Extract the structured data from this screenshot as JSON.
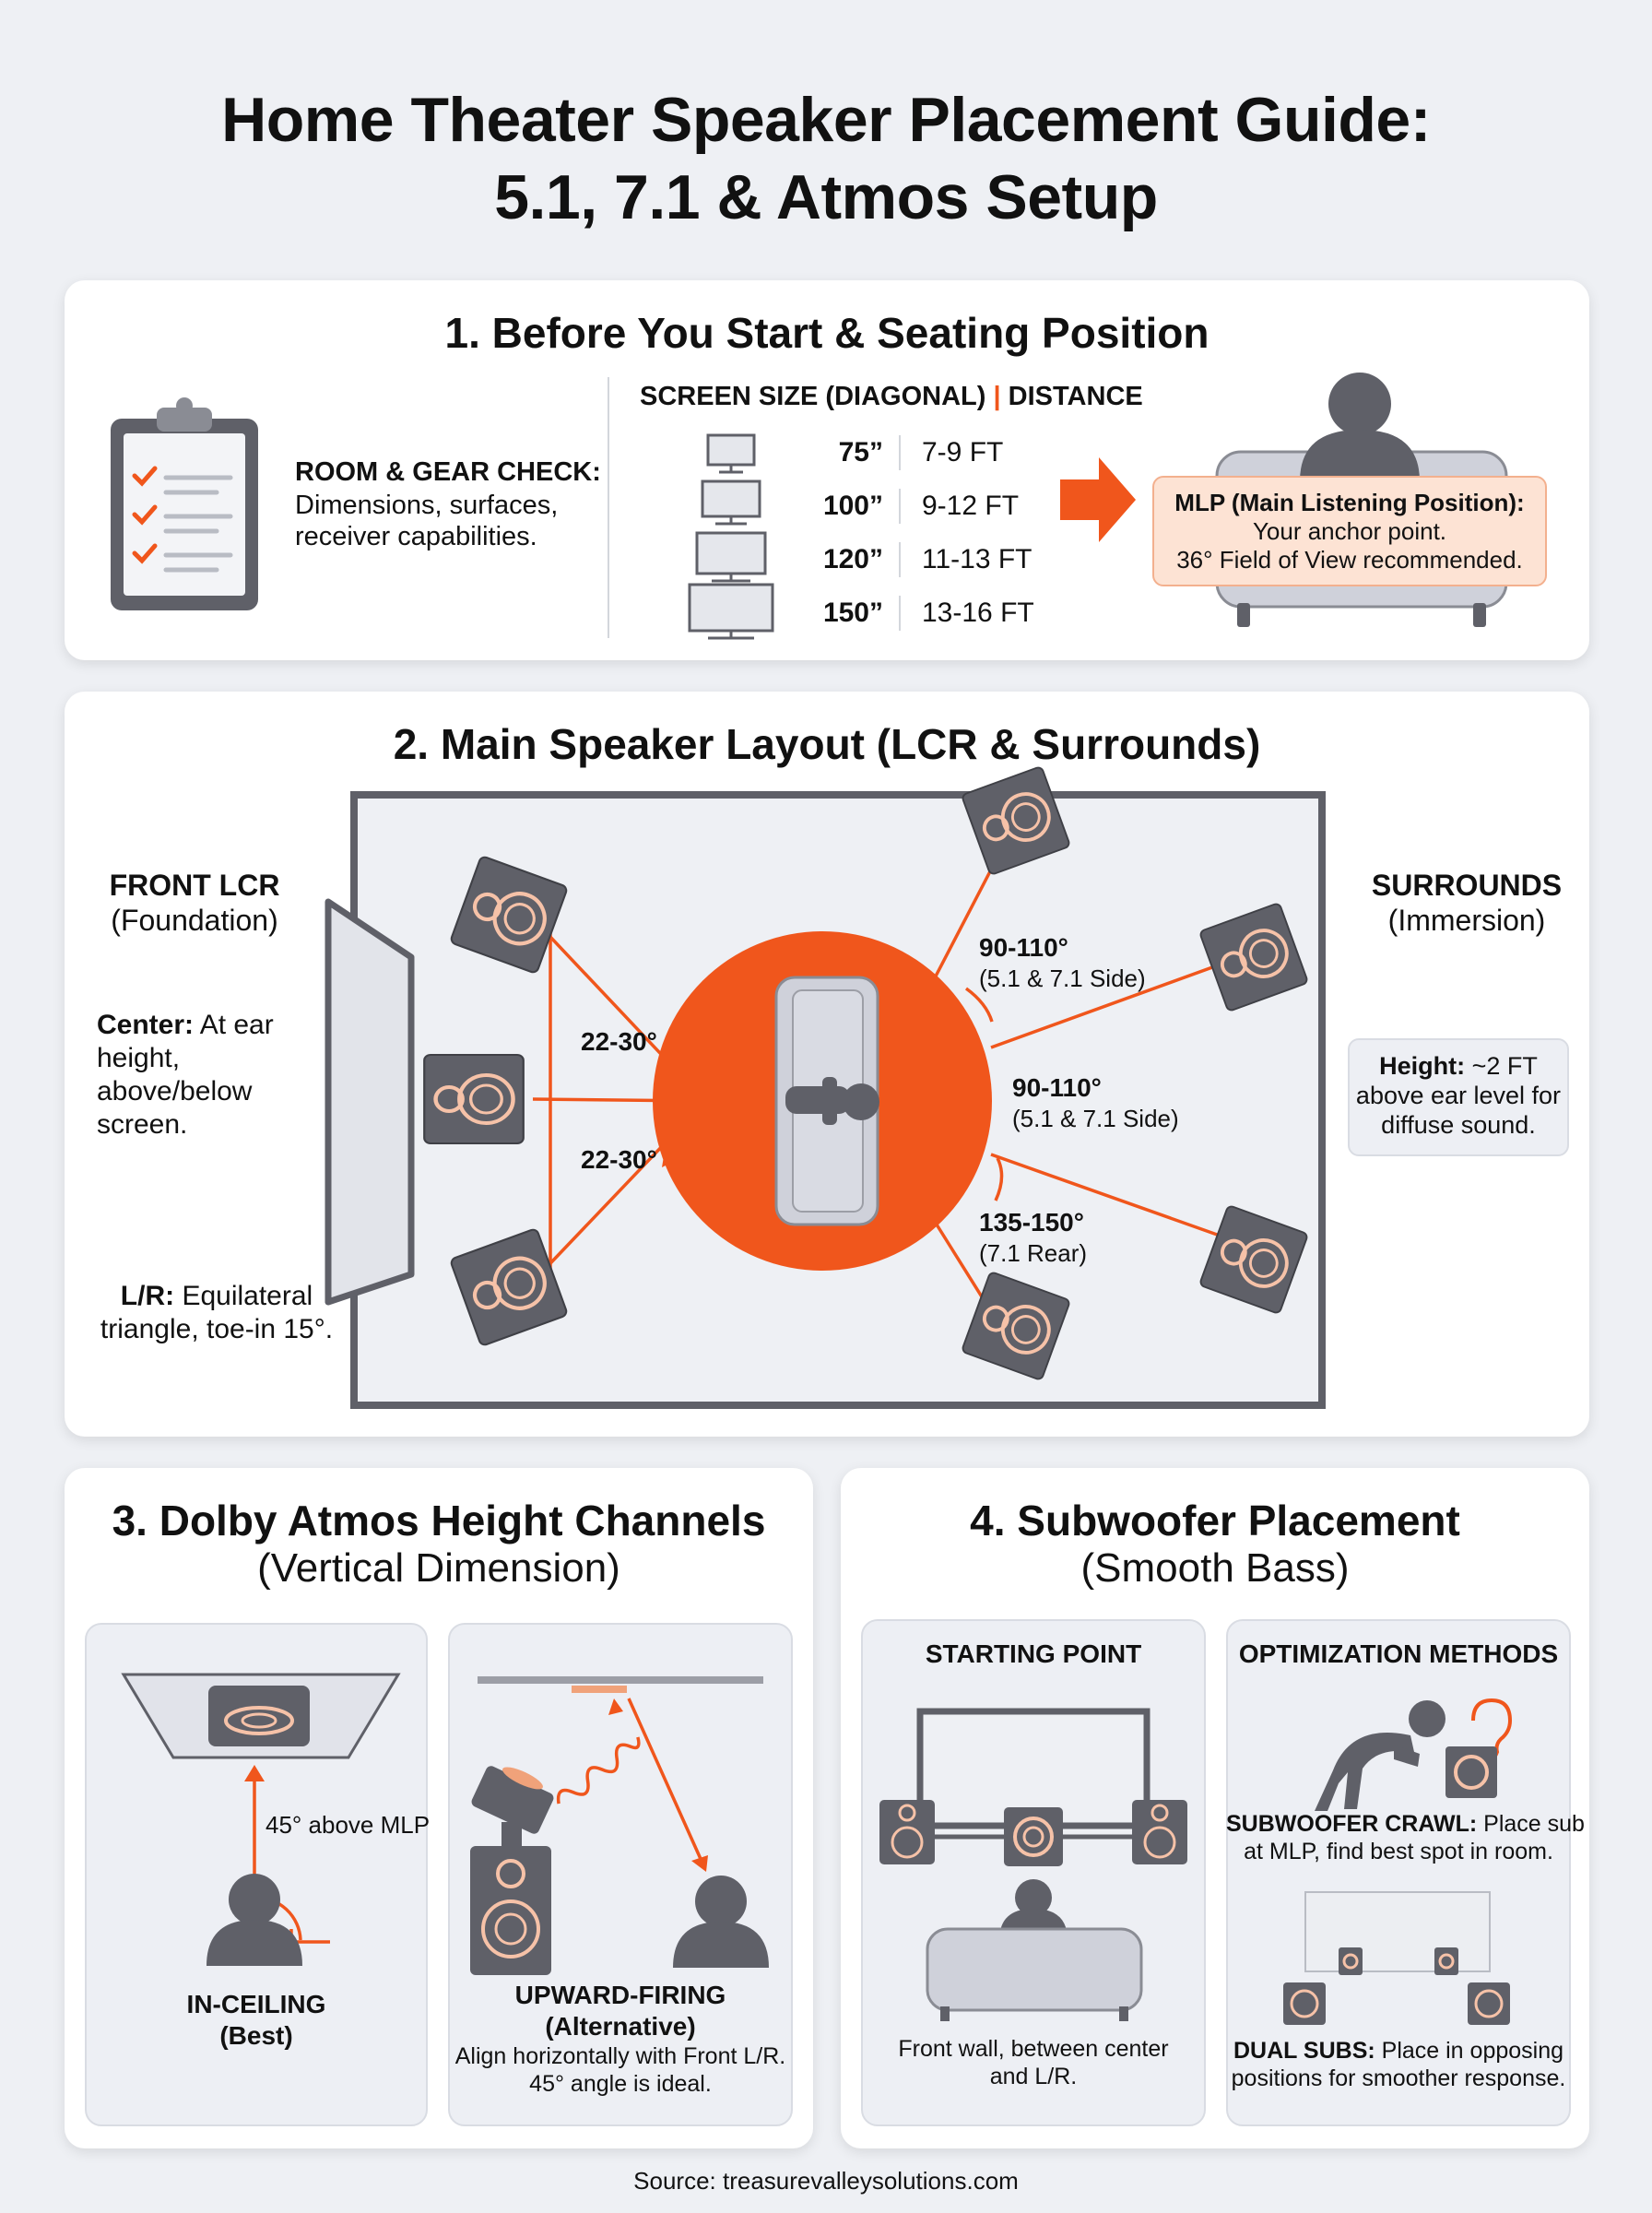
{
  "title": {
    "line1": "Home Theater Speaker Placement Guide:",
    "line2": "5.1, 7.1 & Atmos Setup"
  },
  "section1": {
    "heading": "1. Before You Start & Seating Position",
    "gear_title": "ROOM & GEAR CHECK:",
    "gear_text_1": "Dimensions, surfaces,",
    "gear_text_2": "receiver capabilities.",
    "table_header_a": "SCREEN SIZE (DIAGONAL)",
    "table_header_sep": "|",
    "table_header_b": "DISTANCE",
    "rows": [
      {
        "size": "75”",
        "distance": "7-9 FT"
      },
      {
        "size": "100”",
        "distance": "9-12 FT"
      },
      {
        "size": "120”",
        "distance": "11-13 FT"
      },
      {
        "size": "150”",
        "distance": "13-16 FT"
      }
    ],
    "mlp_title": "MLP (Main Listening Position):",
    "mlp_line1": "Your anchor point.",
    "mlp_line2": "36° Field of View recommended."
  },
  "section2": {
    "heading": "2. Main Speaker Layout (LCR & Surrounds)",
    "front_title": "FRONT LCR",
    "front_sub": "(Foundation)",
    "center_label": "Center:",
    "center_text": [
      " At ear",
      "height,",
      "above/below",
      "screen."
    ],
    "lr_label": "L/R:",
    "lr_text_1": " Equilateral",
    "lr_text_2": "triangle, toe-in 15°.",
    "surround_title": "SURROUNDS",
    "surround_sub": "(Immersion)",
    "height_label": "Height:",
    "height_text_1": " ~2 FT",
    "height_text_2": "above ear level for",
    "height_text_3": "diffuse sound.",
    "angle_upper": "22-30°",
    "angle_lower": "22-30°",
    "side_top_angle": "90-110°",
    "side_top_note": "(5.1 & 7.1 Side)",
    "side_mid_angle": "90-110°",
    "side_mid_note": "(5.1 & 7.1 Side)",
    "rear_angle": "135-150°",
    "rear_note": "(7.1 Rear)"
  },
  "section3": {
    "heading": "3. Dolby Atmos Height Channels",
    "sub": "(Vertical Dimension)",
    "angle_label": "45° above MLP",
    "inceiling_title_1": "IN-CEILING",
    "inceiling_title_2": "(Best)",
    "upfire_title_1": "UPWARD-FIRING",
    "upfire_title_2": "(Alternative)",
    "upfire_text_1": "Align horizontally with Front L/R.",
    "upfire_text_2": "45° angle is ideal."
  },
  "section4": {
    "heading": "4. Subwoofer Placement",
    "sub": "(Smooth Bass)",
    "start_title": "STARTING POINT",
    "start_text_1": "Front wall, between center",
    "start_text_2": "and L/R.",
    "opt_title": "OPTIMIZATION METHODS",
    "crawl_label": "SUBWOOFER CRAWL:",
    "crawl_text_1": " Place sub",
    "crawl_text_2": "at MLP, find best spot in room.",
    "dual_label": "DUAL SUBS:",
    "dual_text_1": " Place in opposing",
    "dual_text_2": "positions for smoother response."
  },
  "source": "Source: treasurevalleysolutions.com",
  "colors": {
    "accent": "#f0561c",
    "speaker": "#5f6068",
    "panel": "#edeff4",
    "mlp_box": "#fde3d4"
  }
}
